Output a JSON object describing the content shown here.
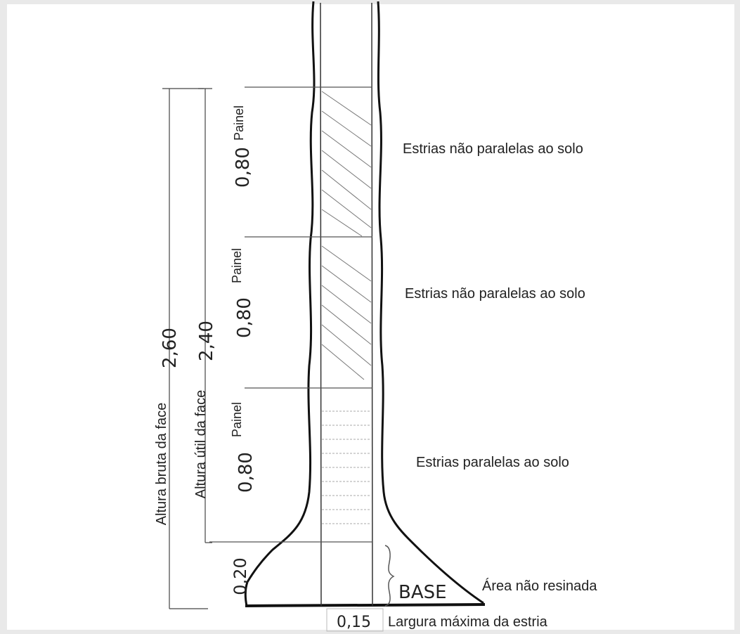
{
  "labels": {
    "panel_word": "Painel",
    "panel_dim_top": "0,80",
    "panel_dim_mid": "0,80",
    "panel_dim_bottom": "0,80",
    "base_dim": "0,20",
    "gross_height_value": "2,60",
    "gross_height_label": "Altura bruta da face",
    "useful_height_value": "2,40",
    "useful_height_label": "Altura útil da face",
    "grooves_top": "Estrias não paralelas ao solo",
    "grooves_mid": "Estrias não paralelas ao solo",
    "grooves_bottom": "Estrias paralelas ao solo",
    "base_label": "BASE",
    "non_resin_area": "Área não resinada",
    "width_value": "0,15",
    "width_label": "Largura máxima da estria"
  },
  "colors": {
    "background": "#e9e9e9",
    "paper": "#ffffff",
    "ink": "#1a1a1a",
    "faint": "#9a9a9a"
  }
}
